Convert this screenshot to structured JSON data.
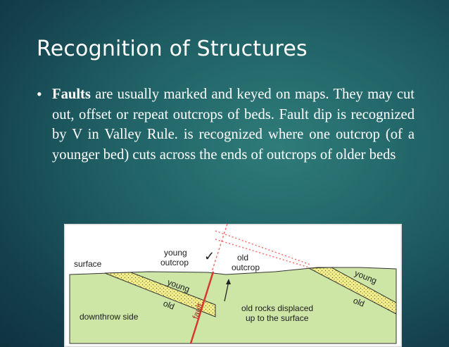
{
  "slide": {
    "title": "Recognition of Structures",
    "bullet": {
      "lead": "Faults",
      "text": " are usually marked and keyed on maps. They may cut out, offset or repeat outcrops of beds. Fault dip is recognized by V in Valley Rule. is recognized where one outcrop (of a younger bed) cuts across the ends of outcrops of older beds"
    }
  },
  "diagram": {
    "surface": "surface",
    "young_outcrop_1": "young",
    "young_outcrop_2": "outcrop",
    "old_outcrop_1": "old",
    "old_outcrop_2": "outcrop",
    "young_left": "young",
    "old_left": "old",
    "young_right": "young",
    "old_right": "old",
    "fault": "fault",
    "downthrow": "downthrow side",
    "displaced_1": "old rocks displaced",
    "displaced_2": "up to the surface",
    "check_mark": "✓",
    "colors": {
      "land": "#cde6a6",
      "sky": "#ffffff",
      "young_bed": "#f3ef8a",
      "fault_line": "#d8382e",
      "dash": "#ff6a6a"
    }
  }
}
